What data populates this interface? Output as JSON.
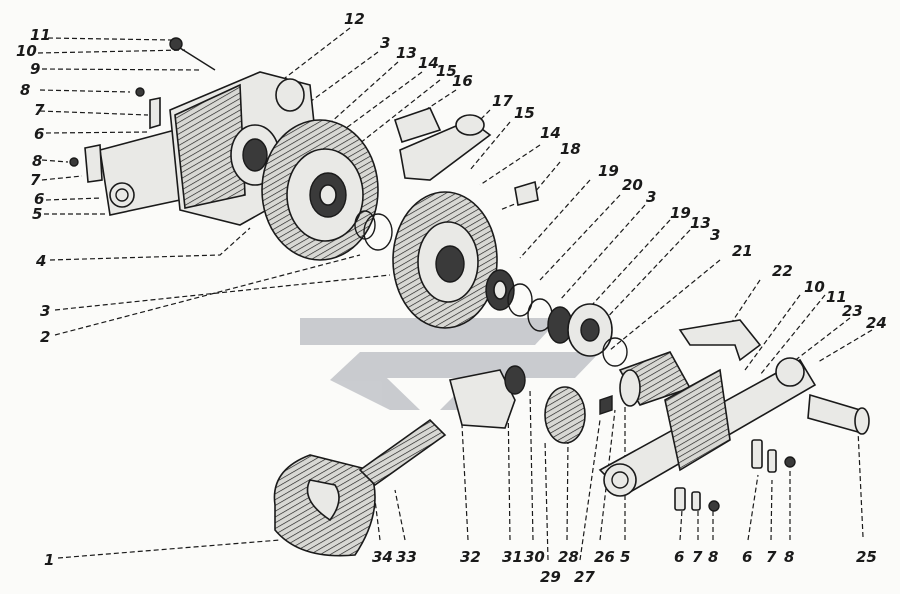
{
  "figure": {
    "labels": [
      {
        "id": "l1",
        "text": "1"
      },
      {
        "id": "l2",
        "text": "2"
      },
      {
        "id": "l3a",
        "text": "3"
      },
      {
        "id": "l3b",
        "text": "3"
      },
      {
        "id": "l3c",
        "text": "3"
      },
      {
        "id": "l3d",
        "text": "3"
      },
      {
        "id": "l4",
        "text": "4"
      },
      {
        "id": "l5a",
        "text": "5"
      },
      {
        "id": "l5b",
        "text": "5"
      },
      {
        "id": "l6a",
        "text": "6"
      },
      {
        "id": "l6b",
        "text": "6"
      },
      {
        "id": "l6c",
        "text": "6"
      },
      {
        "id": "l6d",
        "text": "6"
      },
      {
        "id": "l7a",
        "text": "7"
      },
      {
        "id": "l7b",
        "text": "7"
      },
      {
        "id": "l7c",
        "text": "7"
      },
      {
        "id": "l7d",
        "text": "7"
      },
      {
        "id": "l8a",
        "text": "8"
      },
      {
        "id": "l8b",
        "text": "8"
      },
      {
        "id": "l8c",
        "text": "8"
      },
      {
        "id": "l8d",
        "text": "8"
      },
      {
        "id": "l9",
        "text": "9"
      },
      {
        "id": "l10a",
        "text": "10"
      },
      {
        "id": "l10b",
        "text": "10"
      },
      {
        "id": "l11a",
        "text": "11"
      },
      {
        "id": "l11b",
        "text": "11"
      },
      {
        "id": "l12",
        "text": "12"
      },
      {
        "id": "l13a",
        "text": "13"
      },
      {
        "id": "l13b",
        "text": "13"
      },
      {
        "id": "l14a",
        "text": "14"
      },
      {
        "id": "l14b",
        "text": "14"
      },
      {
        "id": "l15a",
        "text": "15"
      },
      {
        "id": "l15b",
        "text": "15"
      },
      {
        "id": "l16",
        "text": "16"
      },
      {
        "id": "l17",
        "text": "17"
      },
      {
        "id": "l18",
        "text": "18"
      },
      {
        "id": "l19a",
        "text": "19"
      },
      {
        "id": "l19b",
        "text": "19"
      },
      {
        "id": "l20",
        "text": "20"
      },
      {
        "id": "l21",
        "text": "21"
      },
      {
        "id": "l22",
        "text": "22"
      },
      {
        "id": "l23",
        "text": "23"
      },
      {
        "id": "l24",
        "text": "24"
      },
      {
        "id": "l25",
        "text": "25"
      },
      {
        "id": "l26",
        "text": "26"
      },
      {
        "id": "l27",
        "text": "27"
      },
      {
        "id": "l28",
        "text": "28"
      },
      {
        "id": "l29",
        "text": "29"
      },
      {
        "id": "l30",
        "text": "30"
      },
      {
        "id": "l31",
        "text": "31"
      },
      {
        "id": "l32",
        "text": "32"
      },
      {
        "id": "l33",
        "text": "33"
      },
      {
        "id": "l34",
        "text": "34"
      }
    ]
  },
  "colors": {
    "ink": "#1a1a1a",
    "paper": "#fbfbf9",
    "watermark": "#b9bcc2"
  }
}
